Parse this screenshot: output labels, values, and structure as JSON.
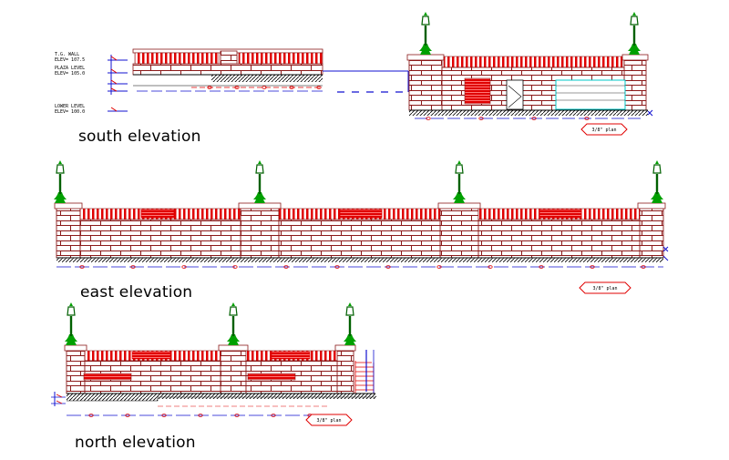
{
  "titles": {
    "south": "south elevation",
    "east": "east elevation",
    "north": "north elevation"
  },
  "level_labels": {
    "tg_wall": "T.G. WALL",
    "tg_elev": "ELEV= 107.5",
    "plaza_level": "PLAZA LEVEL",
    "plaza_elev": "ELEV= 105.0",
    "lower_level": "LOWER LEVEL",
    "lower_elev": "ELEV= 100.0"
  },
  "scale_badges": {
    "south": "3/8\" plan",
    "east": "3/8\" plan",
    "north": "3/8\" plan"
  },
  "colors": {
    "brick": "#8b1a1a",
    "railing": "#e00000",
    "lamp": "#00a000",
    "dim": "#1010d0",
    "ground": "#000000",
    "cyan": "#00c8c8"
  }
}
